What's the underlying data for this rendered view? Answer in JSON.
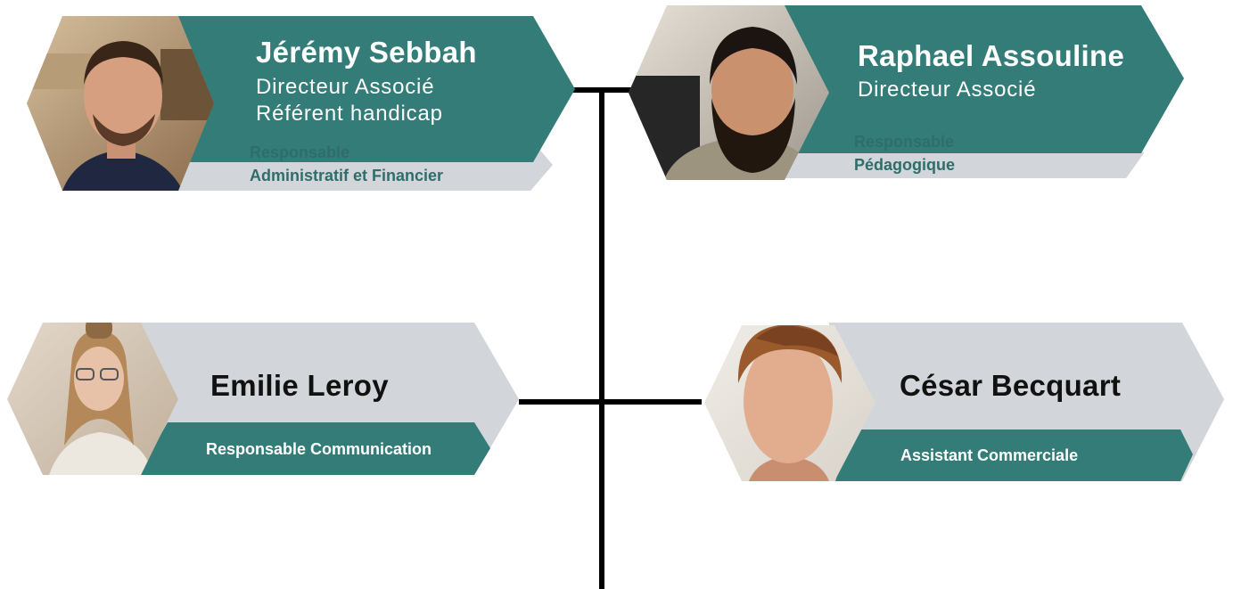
{
  "colors": {
    "teal": "#337c78",
    "light_gray": "#d2d5d9",
    "connector": "#000000",
    "role_text_teal": "#2e6e6a"
  },
  "people": [
    {
      "name": "Jérémy Sebbah",
      "title_lines": [
        "Directeur Associé",
        "Référent handicap"
      ],
      "role_lines": [
        "Responsable",
        "Administratif et Financier"
      ]
    },
    {
      "name": "Raphael Assouline",
      "title_lines": [
        "Directeur Associé"
      ],
      "role_lines": [
        "Responsable",
        "Pédagogique"
      ]
    },
    {
      "name": "Emilie Leroy",
      "role_lines": [
        "Responsable Communication"
      ]
    },
    {
      "name": "César Becquart",
      "role_lines": [
        "Assistant Commerciale"
      ]
    }
  ]
}
